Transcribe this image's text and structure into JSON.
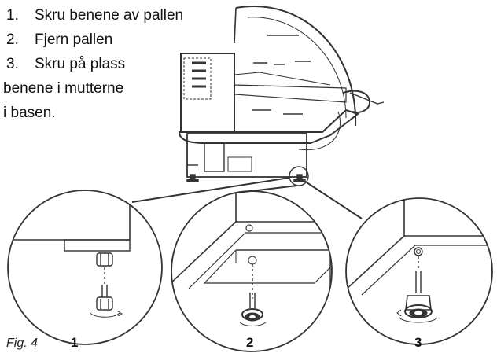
{
  "instructions": [
    {
      "number": "1.",
      "text": "Skru benene av pallen"
    },
    {
      "number": "2.",
      "text": "Fjern pallen"
    },
    {
      "number": "3.",
      "text": "Skru på plass"
    },
    {
      "continuation": "benene i mutterne"
    },
    {
      "continuation": "i basen."
    }
  ],
  "figure_label": "Fig. 4",
  "detail_steps": [
    "1",
    "2",
    "3"
  ]
}
